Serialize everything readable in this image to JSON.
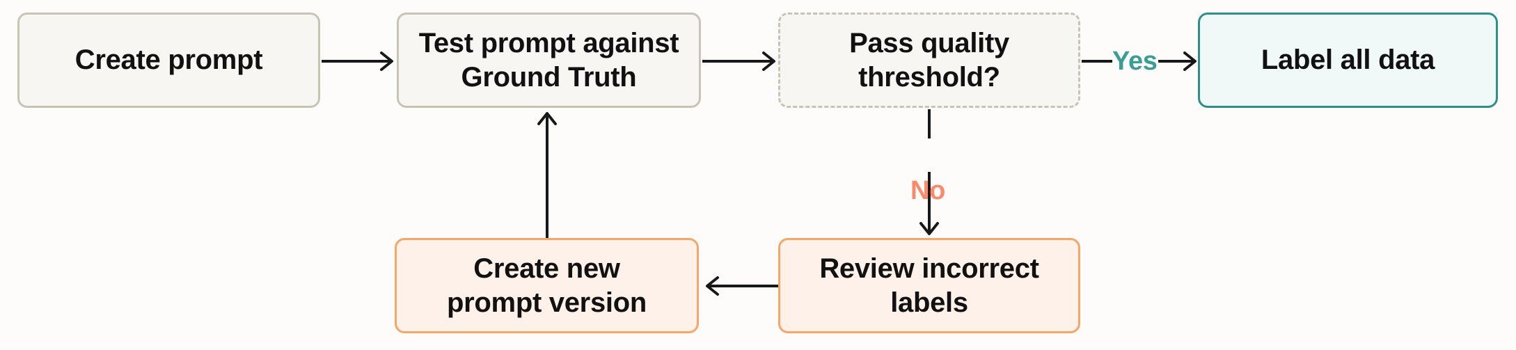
{
  "diagram": {
    "title": "Prompt iteration and labeling workflow",
    "background_color": "#fdfcfa",
    "nodes": [
      {
        "id": "create-prompt",
        "label": "Create prompt",
        "style": "neutral",
        "fill": "#f7f6f3",
        "border": "#c9c3b6",
        "border_style": "solid"
      },
      {
        "id": "test-prompt",
        "label": "Test prompt against\nGround Truth",
        "style": "neutral",
        "fill": "#f7f6f3",
        "border": "#c9c3b6",
        "border_style": "solid"
      },
      {
        "id": "pass-quality-threshold",
        "label": "Pass quality\nthreshold?",
        "style": "decision",
        "fill": "#f7f6f3",
        "border": "#c9c3b6",
        "border_style": "dashed"
      },
      {
        "id": "label-all-data",
        "label": "Label all data",
        "style": "success",
        "fill": "#f1f9f8",
        "border": "#2f8f86",
        "border_style": "solid"
      },
      {
        "id": "review-incorrect-labels",
        "label": "Review incorrect\nlabels",
        "style": "warning",
        "fill": "#fdf1e9",
        "border": "#f6a667",
        "border_style": "solid"
      },
      {
        "id": "create-new-prompt-version",
        "label": "Create new\nprompt version",
        "style": "warning",
        "fill": "#fdf1e9",
        "border": "#f6a667",
        "border_style": "solid"
      }
    ],
    "edges": [
      {
        "id": "e1",
        "from": "create-prompt",
        "to": "test-prompt",
        "label": "",
        "direction": "right"
      },
      {
        "id": "e2",
        "from": "test-prompt",
        "to": "pass-quality-threshold",
        "label": "",
        "direction": "right"
      },
      {
        "id": "e3",
        "from": "pass-quality-threshold",
        "to": "label-all-data",
        "label": "Yes",
        "label_color": "#3a9e93",
        "direction": "right"
      },
      {
        "id": "e4",
        "from": "pass-quality-threshold",
        "to": "review-incorrect-labels",
        "label": "No",
        "label_color": "#fb8a6b",
        "direction": "down"
      },
      {
        "id": "e5",
        "from": "review-incorrect-labels",
        "to": "create-new-prompt-version",
        "label": "",
        "direction": "left"
      },
      {
        "id": "e6",
        "from": "create-new-prompt-version",
        "to": "test-prompt",
        "label": "",
        "direction": "up"
      }
    ]
  }
}
